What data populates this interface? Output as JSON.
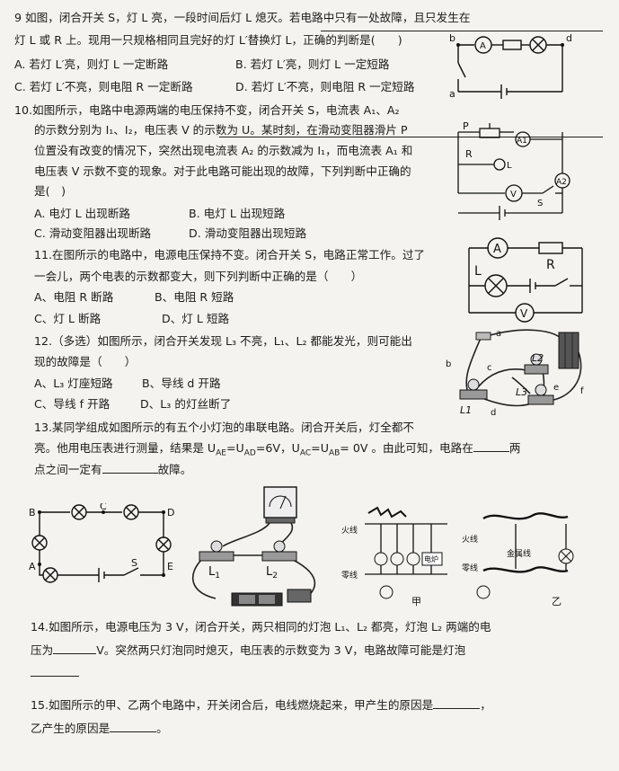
{
  "q9": {
    "l1": "9 如图，闭合开关 S，灯 L 亮，一段时间后灯 L 熄灭。若电路中只有一处故障，且只发生在",
    "l2": "灯 L 或 R 上。现用一只规格相同且完好的灯 L′替换灯 L，正确的判断是(　　)",
    "a": "A. 若灯 L′亮，则灯 L 一定断路",
    "b": "B. 若灯 L′亮，则灯 L 一定短路",
    "c": "C. 若灯 L′不亮，则电阻 R 一定断路",
    "d": "D. 若灯 L′不亮，则电阻 R 一定短路",
    "fig": {
      "b": "b",
      "a": "a",
      "d": "d",
      "A": "A"
    }
  },
  "q10": {
    "l1": "10.如图所示，电路中电源两端的电压保持不变，闭合开关 S，电流表 A₁、A₂",
    "l2": "的示数分别为 I₁、I₂，电压表 V 的示数为 U。某时刻，在滑动变阻器滑片 P",
    "l3": "位置没有改变的情况下，突然出现电流表 A₂ 的示数减为 I₁，而电流表 A₁ 和",
    "l4": "电压表 V 示数不变的现象。对于此电路可能出现的故障，下列判断中正确的",
    "l5": "是(　)",
    "a": "A. 电灯 L 出现断路",
    "b": "B. 电灯 L 出现短路",
    "c": "C. 滑动变阻器出现断路",
    "d": "D. 滑动变阻器出现短路",
    "fig": {
      "P": "P",
      "R": "R",
      "L": "L",
      "A1": "A1",
      "A2": "A2",
      "V": "V",
      "S": "S"
    }
  },
  "q11": {
    "l1": "11.在图所示的电路中，电源电压保持不变。闭合开关 S，电路正常工作。过了",
    "l2": "一会儿，两个电表的示数都变大，则下列判断中正确的是（　　）",
    "a": "A、电阻 R 断路",
    "b": "B、电阻 R 短路",
    "c": "C、灯 L 断路",
    "d": "D、灯 L 短路",
    "fig": {
      "A": "A",
      "R": "R",
      "L": "L",
      "V": "V"
    }
  },
  "q12": {
    "l1": "12.（多选）如图所示，闭合开关发现 L₃ 不亮，L₁、L₂ 都能发光，则可能出",
    "l2": "现的故障是（　　）",
    "a": "A、L₃ 灯座短路",
    "b": "B、导线 d 开路",
    "c": "C、导线 f 开路",
    "d": "D、L₃ 的灯丝断了",
    "fig": {
      "a": "a",
      "b": "b",
      "c": "c",
      "d": "d",
      "e": "e",
      "f": "f",
      "L1": "L1",
      "L2": "L2",
      "L3": "L3"
    }
  },
  "q13": {
    "l1": "13.某同学组成如图所示的有五个小灯泡的串联电路。闭合开关后，灯全都不",
    "l2a": "亮。他用电压表进行测量，结果是 U",
    "l2b": "AE",
    "l2c": "=U",
    "l2d": "AD",
    "l2e": "=6V，U",
    "l2f": "AC",
    "l2g": "=U",
    "l2h": "AB",
    "l2i": "= 0V 。由此可知，电路在",
    "l2j": "两",
    "l3a": "点之间一定有",
    "l3b": "故障。",
    "fig": {
      "B": "B",
      "C": "C",
      "D": "D",
      "A": "A",
      "S": "S",
      "E": "E"
    }
  },
  "figs2": {
    "L1": "L",
    "L1sub": "1",
    "L2": "L",
    "L2sub": "2"
  },
  "figs3": {
    "huoxian": "火线",
    "lingxian": "零线",
    "dianlu": "电炉",
    "jia": "甲",
    "huoxian2": "火线",
    "jinshuxian": "金属线",
    "lingxian2": "零线",
    "yi": "乙"
  },
  "q14": {
    "l1": "14.如图所示，电源电压为 3 V，闭合开关，两只相同的灯泡 L₁、L₂ 都亮，灯泡 L₂ 两端的电",
    "l2a": "压为",
    "l2b": "V。突然两只灯泡同时熄灭，电压表的示数变为 3 V，电路故障可能是灯泡"
  },
  "q15": {
    "l1a": "15.如图所示的甲、乙两个电路中，开关闭合后，电线燃烧起来，甲产生的原因是",
    "l1b": "，",
    "l2a": "乙产生的原因是",
    "l2b": "。"
  }
}
